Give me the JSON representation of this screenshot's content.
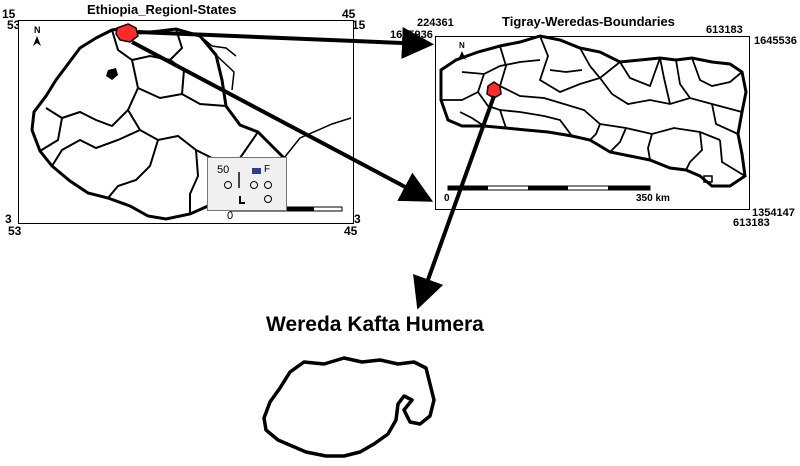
{
  "map1": {
    "title": "Ethiopia_Regionl-States",
    "corner_tl_top": "15",
    "corner_tl_left": "53",
    "corner_tr_top": "45",
    "corner_tr_right": "15",
    "corner_bl_left": "3",
    "corner_bl_bottom": "53",
    "corner_br_right": "3",
    "corner_br_bottom": "45",
    "north": "N",
    "legend": {
      "scale_top": "50",
      "key_label": "F",
      "scale_zero": "0"
    }
  },
  "map2": {
    "title": "Tigray-Weredas-Boundaries",
    "coord_tl_1": "224361",
    "coord_tl_2": "1645936",
    "coord_tr_1": "613183",
    "coord_tr_2": "1645536",
    "coord_br_1": "1354147",
    "coord_br_2": "613183",
    "north": "N",
    "scale_start": "0",
    "scale_end": "350 km"
  },
  "map3": {
    "title": "Wereda Kafta Humera"
  },
  "colors": {
    "highlight": "#ff2a2a",
    "line": "#000000",
    "legend_key": "#2c3e8f"
  }
}
